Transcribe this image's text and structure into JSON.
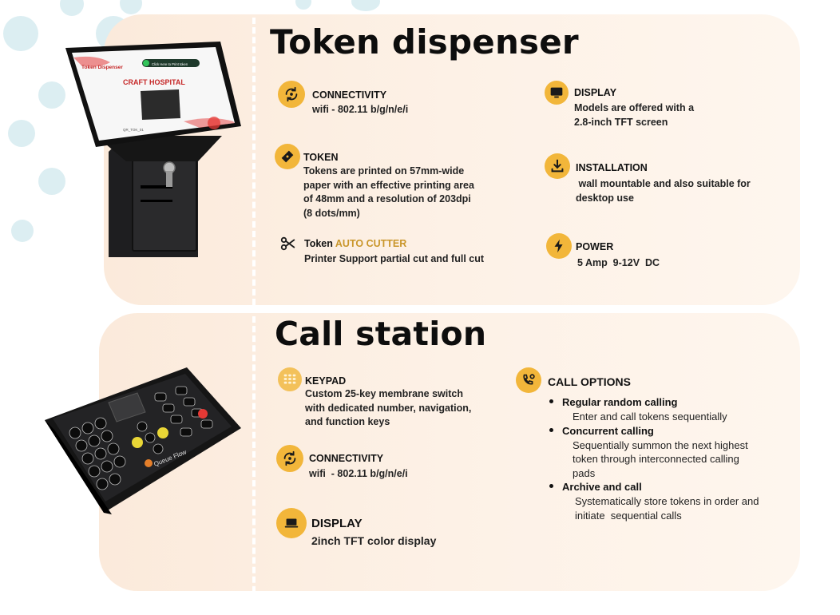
{
  "token_section": {
    "title": "Token dispenser",
    "kiosk": {
      "screen_brand": "Token Dispenser",
      "screen_button": "Click Here to Print token",
      "screen_name": "CRAFT HOSPITAL",
      "screen_footer": "QR_TOK_01"
    },
    "connectivity": {
      "heading": "CONNECTIVITY",
      "text": "wifi - 802.11 b/g/n/e/i"
    },
    "token": {
      "heading": "TOKEN",
      "text": "Tokens are printed on 57mm-wide paper with an effective printing area of 48mm and a resolution of 203dpi (8 dots/mm)"
    },
    "auto_cutter": {
      "heading_prefix": "Token ",
      "heading_accent": "AUTO CUTTER",
      "text": "Printer Support partial cut and full cut"
    },
    "display": {
      "heading": "DISPLAY",
      "text": "Models are offered with a 2.8-inch TFT screen"
    },
    "installation": {
      "heading": "INSTALLATION",
      "text": " wall mountable and also suitable for desktop use"
    },
    "power": {
      "heading": "POWER",
      "text": "5 Amp  9-12V  DC"
    }
  },
  "call_section": {
    "title": "Call station",
    "device": {
      "brand": "Queue Flow"
    },
    "keypad": {
      "heading": "KEYPAD",
      "text": "Custom 25-key membrane switch with dedicated number, navigation, and function keys"
    },
    "connectivity": {
      "heading": "CONNECTIVITY",
      "text": "wifi  - 802.11 b/g/n/e/i"
    },
    "display": {
      "heading": "DISPLAY",
      "text": "2inch TFT color display"
    },
    "call_options": {
      "heading": "CALL OPTIONS",
      "items": [
        {
          "name": "Regular random calling",
          "desc": "Enter and call tokens sequentially"
        },
        {
          "name": "Concurrent calling",
          "desc": "Sequentially summon the next highest token through interconnected calling pads"
        },
        {
          "name": "Archive and call",
          "desc": "Systematically store tokens in order and initiate  sequential calls"
        }
      ]
    }
  },
  "colors": {
    "accent": "#f2b63a",
    "accent_text": "#c9962a",
    "panel": "#fbeadb"
  }
}
